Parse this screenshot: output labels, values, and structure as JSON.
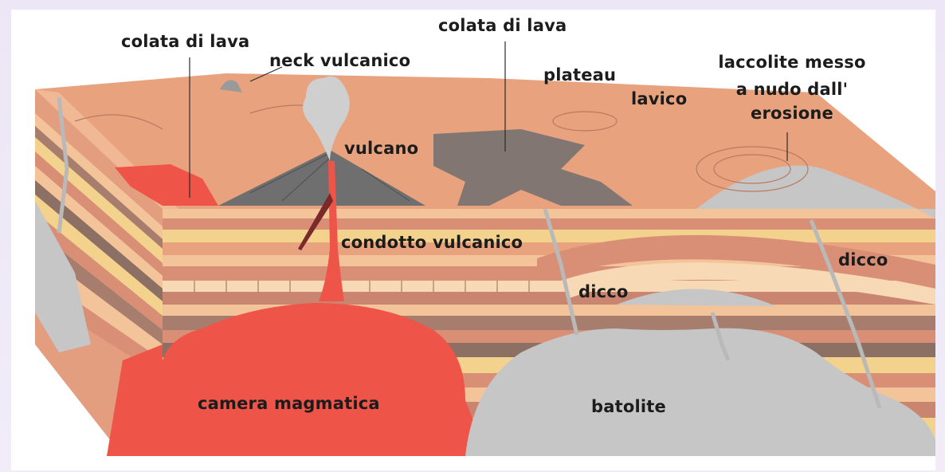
{
  "labels": {
    "colata_di_lava_left": "colata di lava",
    "colata_di_lava_top": "colata di lava",
    "neck_vulcanico": "neck vulcanico",
    "plateau": "plateau",
    "lavico": "lavico",
    "laccolite_line1": "laccolite messo",
    "laccolite_line2": "a nudo dall'",
    "laccolite_line3": "erosione",
    "vulcano": "vulcano",
    "condotto_vulcanico": "condotto vulcanico",
    "dicco_center": "dicco",
    "dicco_right": "dicco",
    "camera_magmatica": "camera magmatica",
    "batolite": "batolite"
  },
  "colors": {
    "surface": "#e8a37e",
    "magma": "#ee5447",
    "lava_dark": "#6f6f6f",
    "granite": "#c6c6c6",
    "stratum_light": "#f3c39a",
    "stratum_mid": "#d98f76",
    "stratum_dark": "#a77d6e",
    "stratum_yellow": "#f2d28d"
  }
}
